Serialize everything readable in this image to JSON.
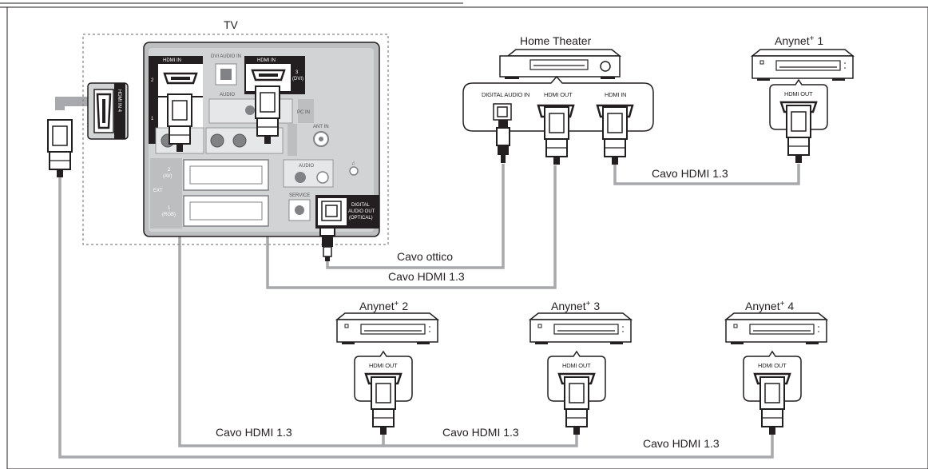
{
  "labels": {
    "tv": "TV",
    "home_theater": "Home Theater",
    "cable_optical": "Cavo ottico",
    "cable_hdmi": "Cavo HDMI 1.3"
  },
  "devices": [
    {
      "name": "Anynet",
      "sup": "+",
      "num": " 1"
    },
    {
      "name": "Anynet",
      "sup": "+",
      "num": " 2"
    },
    {
      "name": "Anynet",
      "sup": "+",
      "num": " 3"
    },
    {
      "name": "Anynet",
      "sup": "+",
      "num": " 4"
    }
  ],
  "ports": {
    "hdmi_in": "HDMI IN",
    "hdmi_out": "HDMI OUT",
    "digital_audio_in": "DIGITAL AUDIO IN",
    "hdmi_in_4": "HDMI IN 4",
    "dvi_audio_in": "DVI AUDIO IN",
    "audio": "AUDIO",
    "ant_in": "ANT IN",
    "service": "SERVICE",
    "digital_audio_out_1": "DIGITAL",
    "digital_audio_out_2": "AUDIO OUT",
    "digital_audio_out_3": "(OPTICAL)",
    "port_2": "2",
    "port_1": "1",
    "port_3": "3",
    "port_3_sub": "(DVI)",
    "ext": "EXT",
    "scart_2": "2",
    "scart_2_sub": "(AV)",
    "scart_1": "1",
    "scart_1_sub": "(RGB)",
    "pc_in": "PC IN"
  },
  "colors": {
    "cable_gray": "#a7a9ac",
    "panel_gray": "#c8c8c8",
    "panel_inner": "#d9d9d9",
    "black": "#231f20"
  }
}
